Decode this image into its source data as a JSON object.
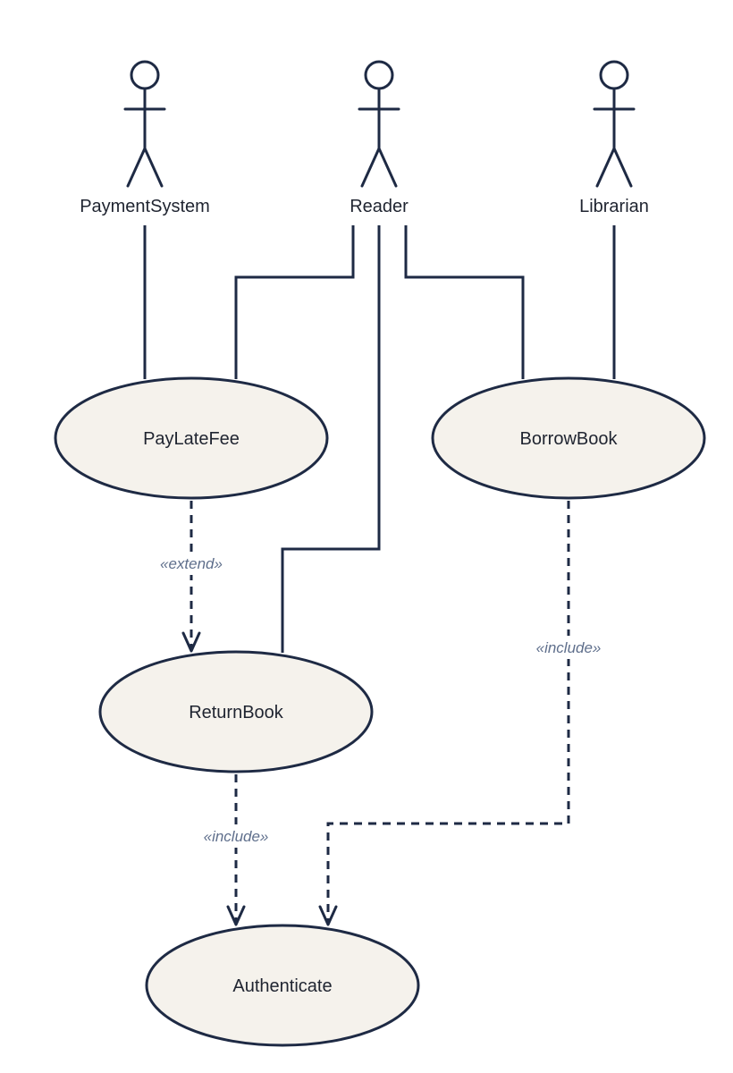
{
  "actors": {
    "payment_system": "PaymentSystem",
    "reader": "Reader",
    "librarian": "Librarian"
  },
  "use_cases": {
    "pay_late_fee": "PayLateFee",
    "borrow_book": "BorrowBook",
    "return_book": "ReturnBook",
    "authenticate": "Authenticate"
  },
  "relations": {
    "extend_label": "«extend»",
    "include_borrow_label": "«include»",
    "include_return_label": "«include»"
  },
  "colors": {
    "line": "#1e2a44",
    "usecase_fill": "#f5f2ec",
    "stereotype_text": "#5f6f8c"
  }
}
